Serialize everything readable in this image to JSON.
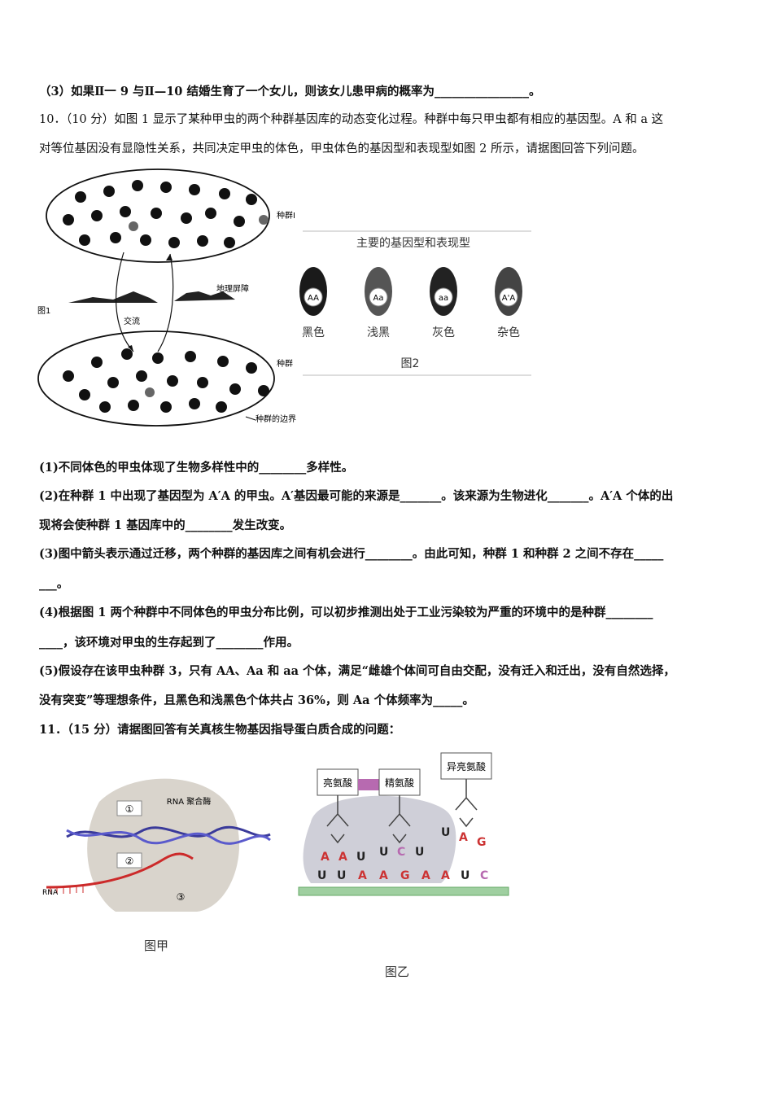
{
  "q9": {
    "part3": "（3）如果Ⅱ一 9 与Ⅱ—10 结婚生育了一个女儿，则该女儿患甲病的概率为________________。"
  },
  "q10": {
    "stem_line1": "10．（10 分）如图 1 显示了某种甲虫的两个种群基因库的动态变化过程。种群中每只甲虫都有相应的基因型。A 和 a 这",
    "stem_line2": "对等位基因没有显隐性关系，共同决定甲虫的体色，甲虫体色的基因型和表现型如图 2 所示，请据图回答下列问题。",
    "fig1": {
      "label": "图1",
      "population1": "种群Ⅰ",
      "population2": "种群",
      "barrier": "地理屏障",
      "exchange": "交流",
      "boundary": "种群的边界"
    },
    "fig2": {
      "title": "主要的基因型和表现型",
      "caption": "图2",
      "beetles": [
        {
          "genotype": "AA",
          "phenotype": "黑色",
          "color": "#1a1a1a"
        },
        {
          "genotype": "Aa",
          "phenotype": "浅黑",
          "color": "#555555"
        },
        {
          "genotype": "aa",
          "phenotype": "灰色",
          "color": "#222222"
        },
        {
          "genotype": "A'A",
          "phenotype": "杂色",
          "color": "#444444"
        }
      ]
    },
    "sub1": "(1)不同体色的甲虫体现了生物多样性中的________多样性。",
    "sub2_line1": "(2)在种群 1 中出现了基因型为 A′A 的甲虫。A′基因最可能的来源是_______。该来源为生物进化_______。A′A 个体的出",
    "sub2_line2": "现将会使种群 1 基因库中的________发生改变。",
    "sub3_line1": "(3)图中箭头表示通过迁移，两个种群的基因库之间有机会进行________。由此可知，种群 1 和种群 2 之间不存在_____",
    "sub3_line2": "___。",
    "sub4_line1": "(4)根据图 1 两个种群中不同体色的甲虫分布比例，可以初步推测出处于工业污染较为严重的环境中的是种群________",
    "sub4_line2": "____，该环境对甲虫的生存起到了________作用。",
    "sub5_line1": "(5)假设存在该甲虫种群 3，只有 AA、Aa 和 aa 个体，满足“雌雄个体间可自由交配，没有迁入和迁出，没有自然选择，",
    "sub5_line2": "没有突变”等理想条件，且黑色和浅黑色个体共占 36%，则 Aa 个体频率为_____。"
  },
  "q11": {
    "stem": "11．（15 分）请据图回答有关真核生物基因指导蛋白质合成的问题：",
    "figA": {
      "enzyme": "RNA 聚合酶",
      "label1": "①",
      "label2": "②",
      "label3": "③",
      "rna": "RNA",
      "caption": "图甲"
    },
    "figB": {
      "aa1": "亮氨酸",
      "aa2": "精氨酸",
      "aa3": "异亮氨酸",
      "anticodon1": [
        "A",
        "A",
        "U"
      ],
      "anticodon2": [
        "U",
        "C",
        "U"
      ],
      "anticodon3": [
        "U",
        "A",
        "G"
      ],
      "mrna": [
        "U",
        "U",
        "A",
        "A",
        "G",
        "A",
        "A",
        "U",
        "C"
      ],
      "caption": "图乙"
    }
  }
}
